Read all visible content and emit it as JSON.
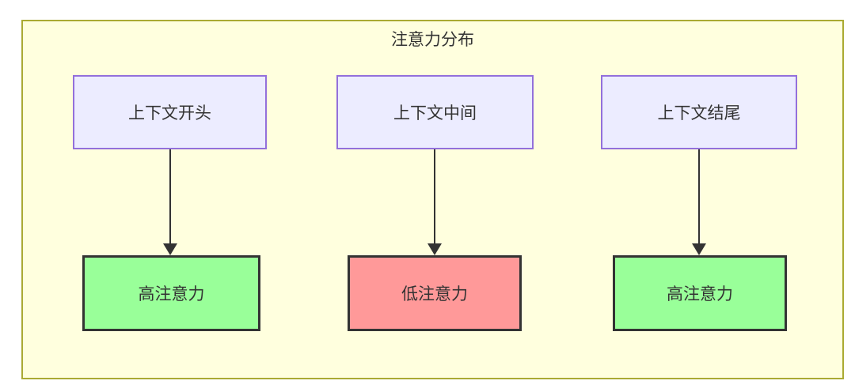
{
  "diagram": {
    "title": "注意力分布",
    "top_nodes": [
      {
        "label": "上下文开头"
      },
      {
        "label": "上下文中间"
      },
      {
        "label": "上下文结尾"
      }
    ],
    "bottom_nodes": [
      {
        "label": "高注意力",
        "level": "high"
      },
      {
        "label": "低注意力",
        "level": "low"
      },
      {
        "label": "高注意力",
        "level": "high"
      }
    ],
    "edges": [
      {
        "from": "上下文开头",
        "to": "高注意力"
      },
      {
        "from": "上下文中间",
        "to": "低注意力"
      },
      {
        "from": "上下文结尾",
        "to": "高注意力"
      }
    ]
  },
  "colors": {
    "page_background": "#ffffff",
    "container_fill": "#ffffde",
    "container_border": "#aaaa33",
    "context_node_fill": "#ececff",
    "context_node_border": "#9370db",
    "high_attention_fill": "#99ff99",
    "low_attention_fill": "#ff9999",
    "attention_node_border": "#333333",
    "arrow": "#333333",
    "text": "#333333"
  }
}
